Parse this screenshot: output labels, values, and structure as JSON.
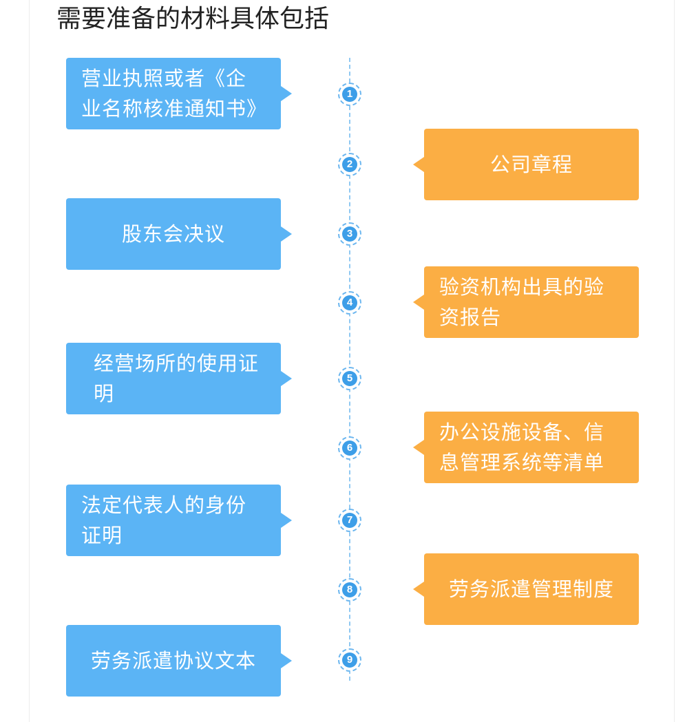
{
  "title": "需要准备的材料具体包括",
  "colors": {
    "left_box": "#5bb4f5",
    "right_box": "#fbae44",
    "node": "#3d9ee8",
    "axis": "#8fc8f2"
  },
  "steps": [
    {
      "num": "1",
      "side": "left",
      "text": "营业执照或者《企业名称核准通知书》"
    },
    {
      "num": "2",
      "side": "right",
      "text": "公司章程"
    },
    {
      "num": "3",
      "side": "left",
      "text": "股东会决议"
    },
    {
      "num": "4",
      "side": "right",
      "text": "验资机构出具的验资报告"
    },
    {
      "num": "5",
      "side": "left",
      "text": "经营场所的使用证明"
    },
    {
      "num": "6",
      "side": "right",
      "text": "办公设施设备、信息管理系统等清单"
    },
    {
      "num": "7",
      "side": "left",
      "text": "法定代表人的身份证明"
    },
    {
      "num": "8",
      "side": "right",
      "text": "劳务派遣管理制度"
    },
    {
      "num": "9",
      "side": "left",
      "text": "劳务派遣协议文本"
    }
  ]
}
